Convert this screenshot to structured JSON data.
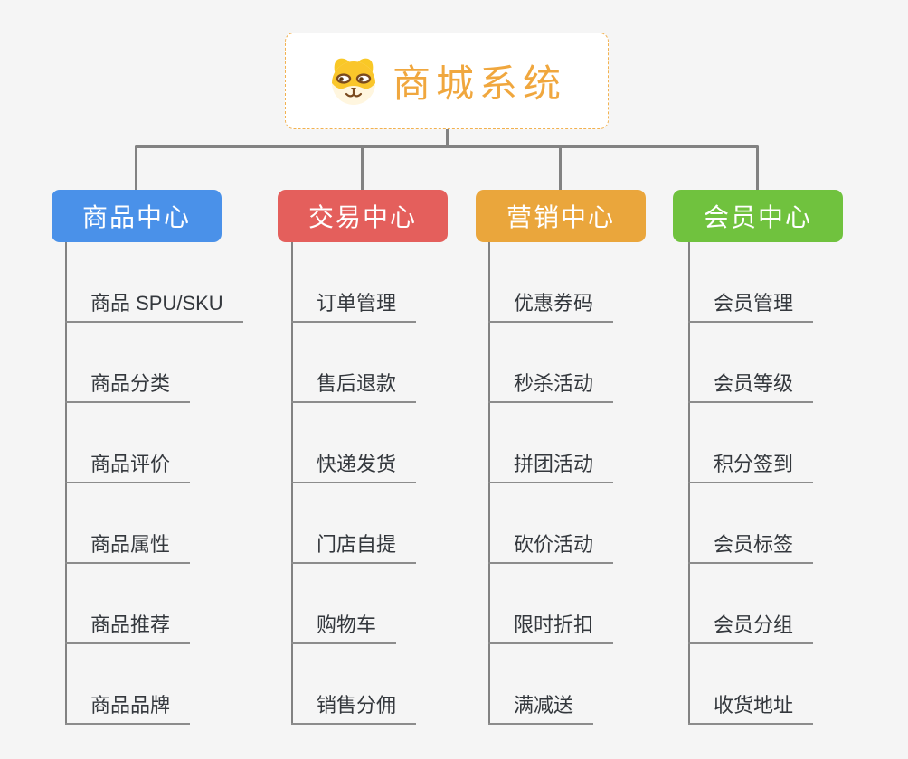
{
  "canvas": {
    "background": "#f5f5f5"
  },
  "root": {
    "title": "商城系统",
    "icon": "doge-icon",
    "text_color": "#f0a73e",
    "border_color": "#f2b14f",
    "background": "#ffffff"
  },
  "connector_color": "#828282",
  "branches": [
    {
      "label": "商品中心",
      "color": "#4a91e9",
      "children": [
        "商品 SPU/SKU",
        "商品分类",
        "商品评价",
        "商品属性",
        "商品推荐",
        "商品品牌"
      ]
    },
    {
      "label": "交易中心",
      "color": "#e45f5c",
      "children": [
        "订单管理",
        "售后退款",
        "快递发货",
        "门店自提",
        "购物车",
        "销售分佣"
      ]
    },
    {
      "label": "营销中心",
      "color": "#eaa63c",
      "children": [
        "优惠券码",
        "秒杀活动",
        "拼团活动",
        "砍价活动",
        "限时折扣",
        "满减送"
      ]
    },
    {
      "label": "会员中心",
      "color": "#70c23e",
      "children": [
        "会员管理",
        "会员等级",
        "积分签到",
        "会员标签",
        "会员分组",
        "收货地址"
      ]
    }
  ]
}
